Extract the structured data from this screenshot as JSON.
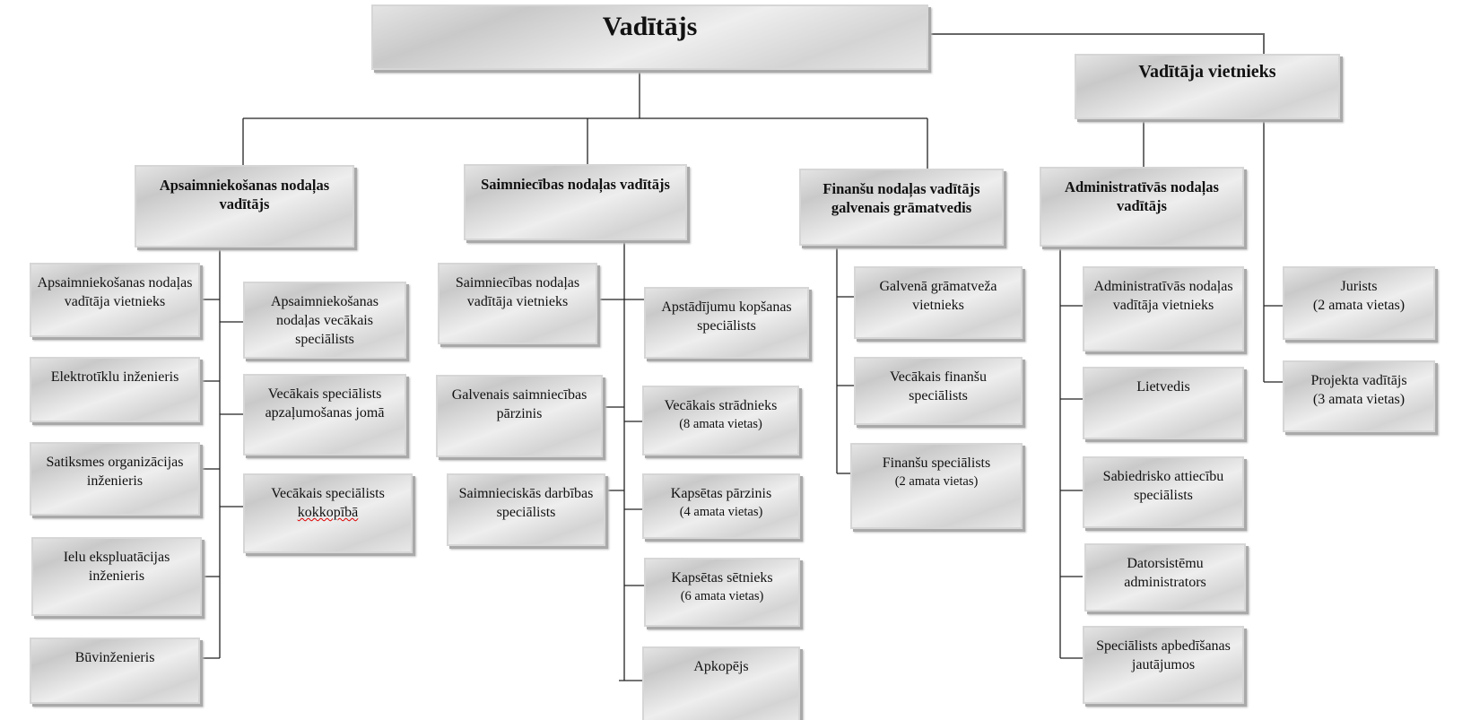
{
  "top": {
    "title": "Vadītājs"
  },
  "deputy": {
    "title": "Vadītāja vietnieks"
  },
  "departments": {
    "apsaimniekosanas": {
      "head": "Apsaimniekošanas nodaļas vadītājs",
      "left": [
        "Apsaimniekošanas nodaļas vadītāja vietnieks",
        "Elektrotīklu inženieris",
        "Satiksmes organizācijas inženieris",
        "Ielu ekspluatācijas inženieris",
        "Būvinženieris"
      ],
      "right": [
        "Apsaimniekošanas nodaļas vecākais speciālists",
        "Vecākais speciālists apzaļumošanas jomā",
        "Vecākais speciālists",
        "kokkopībā"
      ]
    },
    "saimniecibas": {
      "head": "Saimniecības nodaļas vadītājs",
      "left": [
        "Saimniecības nodaļas vadītāja vietnieks",
        "Galvenais saimniecības pārzinis",
        "Saimnieciskās darbības speciālists"
      ],
      "right": [
        {
          "title": "Apstādījumu kopšanas speciālists"
        },
        {
          "title": "Vecākais strādnieks",
          "note": "(8 amata vietas)"
        },
        {
          "title": "Kapsētas pārzinis",
          "note": "(4 amata vietas)"
        },
        {
          "title": "Kapsētas sētnieks",
          "note": "(6 amata vietas)"
        },
        {
          "title": "Apkopējs"
        }
      ]
    },
    "finansu": {
      "head": "Finanšu nodaļas vadītājs galvenais grāmatvedis",
      "items": [
        {
          "title": "Galvenā grāmatveža vietnieks"
        },
        {
          "title": "Vecākais finanšu speciālists"
        },
        {
          "title": "Finanšu speciālists",
          "note": "(2 amata vietas)"
        }
      ]
    },
    "administrativa": {
      "head": "Administratīvās nodaļas vadītājs",
      "items": [
        "Administratīvās nodaļas vadītāja vietnieks",
        "Lietvedis",
        "Sabiedrisko attiecību speciālists",
        "Datorsistēmu administrators",
        "Speciālists apbedīšanas jautājumos"
      ]
    }
  },
  "deputy_direct": [
    {
      "title": "Jurists",
      "note": "(2 amata vietas)"
    },
    {
      "title": "Projekta vadītājs",
      "note": "(3 amata vietas)"
    }
  ]
}
